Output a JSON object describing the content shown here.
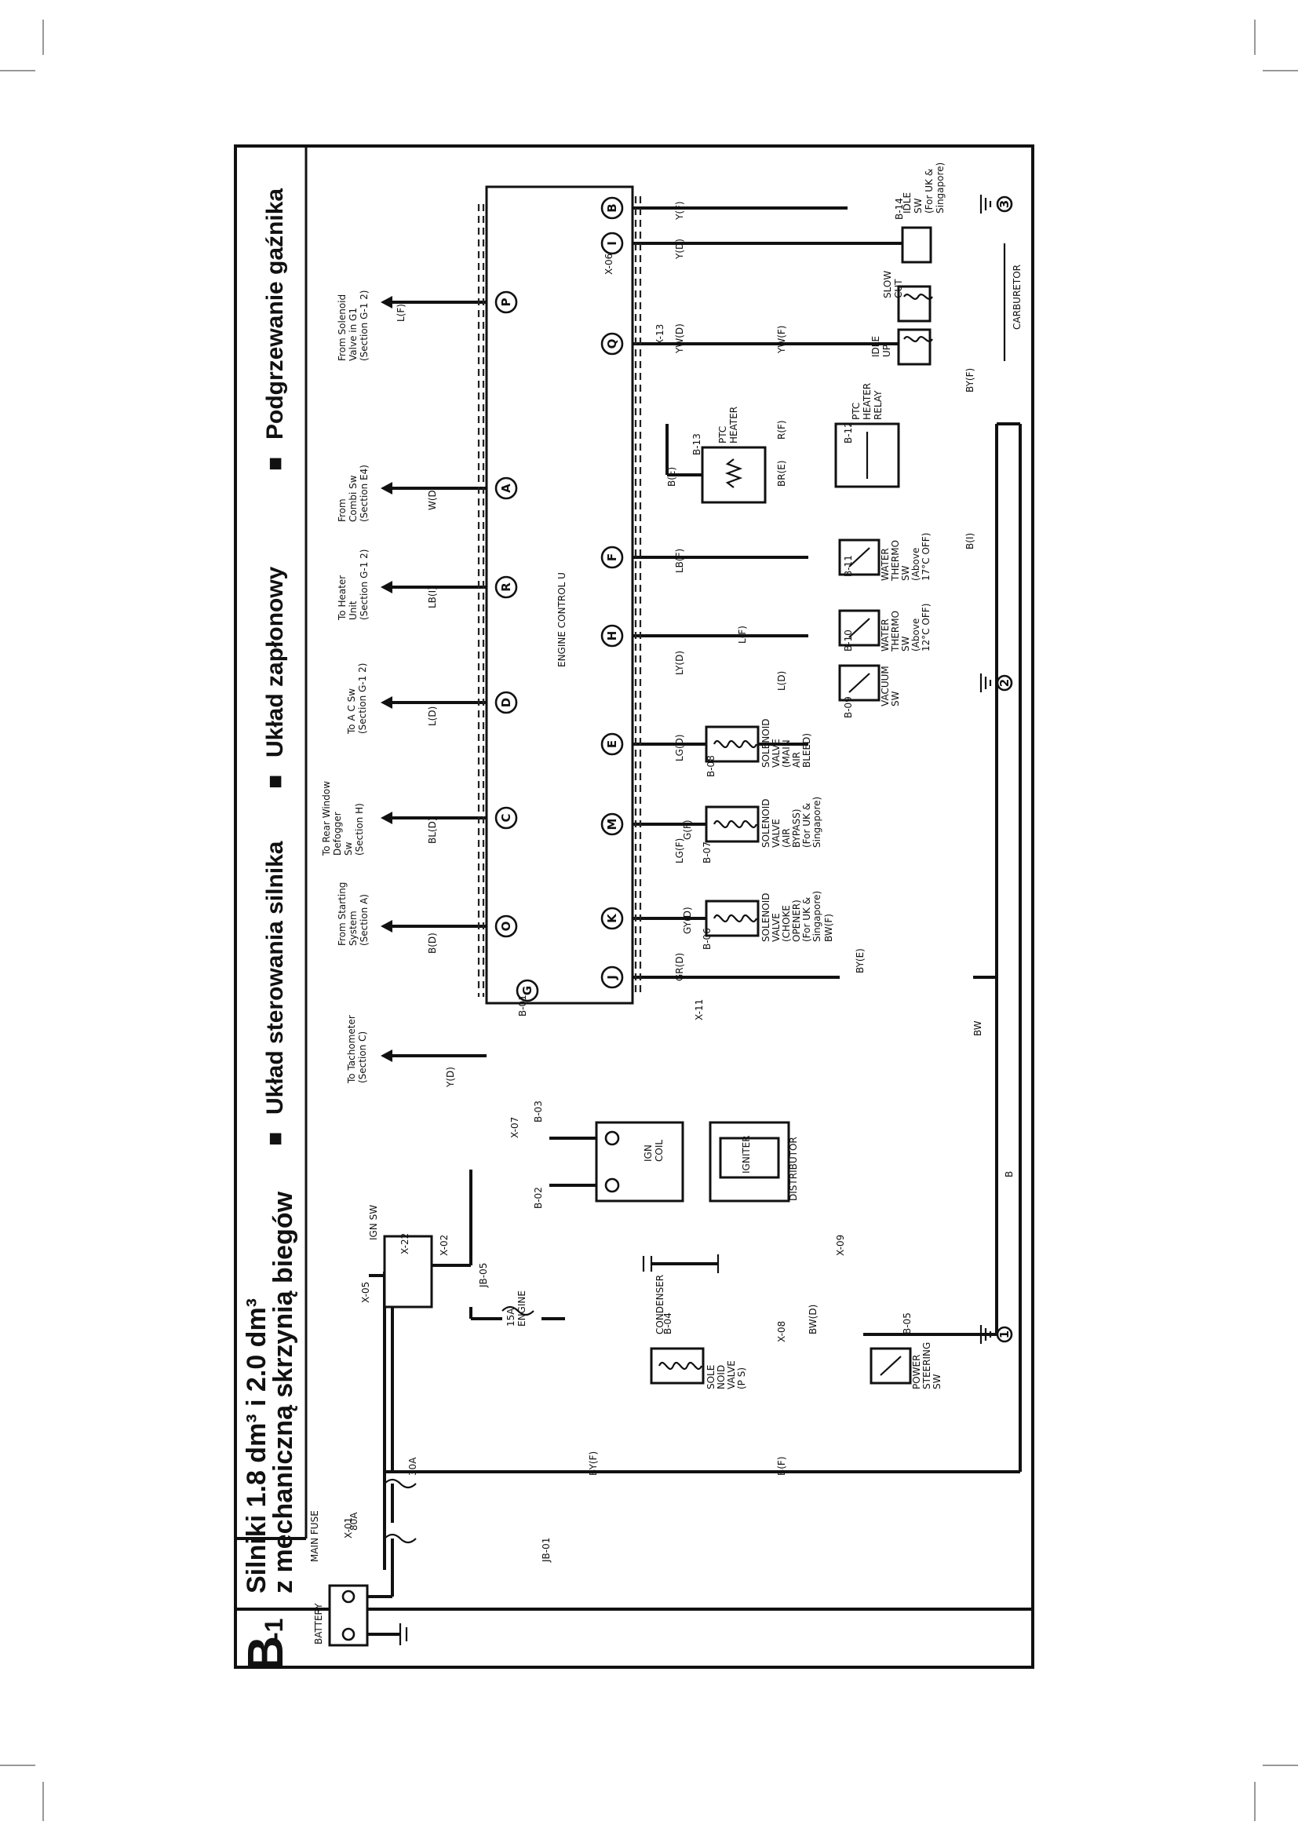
{
  "header": {
    "page_code": "B",
    "page_code_sub": "-1",
    "title_line1": "Silniki 1.8 dm³ i 2.0 dm³",
    "title_line2": "z mechaniczną skrzynią biegów",
    "section1": "Układ sterowania silnika",
    "section2": "Układ zapłonowy",
    "section3": "Podgrzewanie gaźnika",
    "bullet": "■"
  },
  "ecu": {
    "label": "ENGINE CONTROL U",
    "terminals": [
      "G",
      "O",
      "C",
      "D",
      "R",
      "A",
      "P",
      "J",
      "K",
      "M",
      "E",
      "H",
      "F",
      "Q",
      "I",
      "B"
    ]
  },
  "top_destinations": [
    {
      "id": "tacho",
      "text": [
        "To Tachometer",
        "(Section C)"
      ],
      "wire": "Y(D)"
    },
    {
      "id": "starting",
      "text": [
        "From Starting",
        "System",
        "(Section A)"
      ],
      "wire": "B(D)"
    },
    {
      "id": "defogger",
      "text": [
        "To Rear Window",
        "Defogger",
        "Sw",
        "(Section H)"
      ],
      "wire": "BL(D)"
    },
    {
      "id": "ac",
      "text": [
        "To A C Sw",
        "(Section G-1 2)"
      ],
      "wire": "L(D)"
    },
    {
      "id": "heater",
      "text": [
        "To Heater",
        "Unit",
        "(Section G-1 2)"
      ],
      "wire": "LB(I)"
    },
    {
      "id": "combi",
      "text": [
        "From",
        "Combi Sw",
        "(Section E4)"
      ],
      "wire": "W(D)"
    },
    {
      "id": "solenoid_valve",
      "text": [
        "From Solenoid",
        "Valve in G1",
        "(Section G-1 2)"
      ],
      "wire": "L(F)"
    }
  ],
  "components": {
    "battery": "BATTERY",
    "main_fuse": "MAIN FUSE",
    "fuse_80a": "80A",
    "fuse_30a": "30A",
    "ign_sw": "IGN SW",
    "fuse_engine": [
      "15A",
      "ENGINE"
    ],
    "ign_coil": [
      "IGN",
      "COIL"
    ],
    "igniter": "IGNITER",
    "distributor": "DISTRIBUTOR",
    "condenser": "CONDENSER",
    "sole_valve_ps": [
      "SOLE",
      "NOID",
      "VALVE",
      "(P S)"
    ],
    "power_steering_sw": [
      "POWER",
      "STEERING",
      "SW"
    ],
    "sv_choke": [
      "SOLENOID",
      "VALVE",
      "(CHOKE",
      "OPENER)",
      "(For UK &",
      "Singapore)"
    ],
    "sv_bypass": [
      "SOLENOID",
      "VALVE",
      "(AIR",
      "BYPASS)",
      "(For UK &",
      "Singapore)"
    ],
    "sv_main_air": [
      "SOLENOID",
      "VALVE",
      "(MAIN",
      "AIR",
      "BLEED)"
    ],
    "vacuum_sw": [
      "VACUUM",
      "SW"
    ],
    "water_thermo_1": [
      "WATER",
      "THERMO",
      "SW",
      "(Above",
      "12°C OFF)"
    ],
    "water_thermo_2": [
      "WATER",
      "THERMO",
      "SW",
      "(Above",
      "17°C OFF)"
    ],
    "ptc_heater": [
      "PTC",
      "HEATER"
    ],
    "ptc_relay": [
      "PTC",
      "HEATER",
      "RELAY"
    ],
    "idle_up": [
      "IDLE",
      "UP"
    ],
    "slow_cut": [
      "SLOW",
      "CUT"
    ],
    "idle_sw": [
      "IDLE",
      "SW",
      "(For UK &",
      "Singapore)"
    ],
    "carburetor": "CARBURETOR"
  },
  "wire_labels": [
    "B",
    "BW",
    "B(F)",
    "BY(F)",
    "BW(D)",
    "BW(F)",
    "GY(D)",
    "G(F)",
    "GR(D)",
    "LG(D)",
    "LY(D)",
    "L(F)",
    "LG(F)",
    "Y(D)",
    "YW(D)",
    "YW(F)",
    "B(E)",
    "BR(E)",
    "BY(E)",
    "BY(F)",
    "R(F)",
    "LB(F)",
    "L(D)",
    "B(I)",
    "Y(F)"
  ],
  "connectors": [
    "X-01",
    "X-02",
    "X-05",
    "X-06",
    "X-07",
    "X-08",
    "X-09",
    "X-11",
    "X-13",
    "X-22",
    "B-01",
    "B-02",
    "B-03",
    "B-04",
    "B-05",
    "B-06",
    "B-07",
    "B-08",
    "B-09",
    "B-10",
    "B-11",
    "B-12",
    "B-13",
    "B-14",
    "JB-01",
    "JB-05"
  ],
  "grounds": [
    "1",
    "2",
    "3"
  ]
}
